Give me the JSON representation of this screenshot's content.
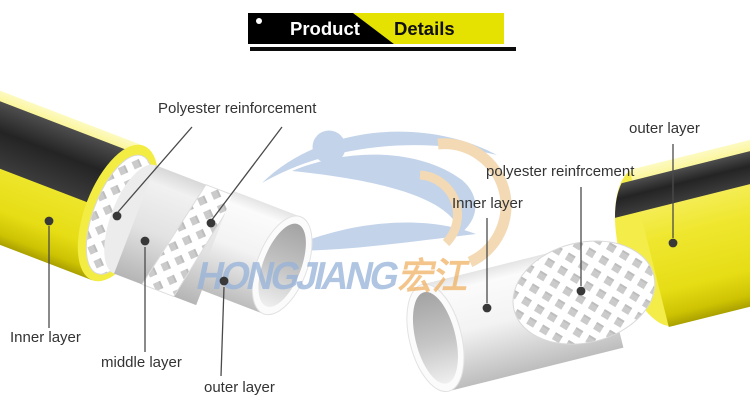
{
  "header": {
    "product_label": "Product",
    "details_label": "Details"
  },
  "watermark": {
    "brand_latin": "HONGJIANG",
    "brand_cjk": "宏江"
  },
  "diagram": {
    "left_hose": {
      "labels": {
        "polyester": "Polyester reinforcement",
        "inner": "Inner layer",
        "middle": "middle layer",
        "outer": "outer layer"
      }
    },
    "right_hose": {
      "labels": {
        "outer": "outer layer",
        "polyester": "polyester reinfrcement",
        "inner": "Inner layer"
      }
    }
  },
  "colors": {
    "banner_yellow": "#e5e100",
    "banner_black": "#000000",
    "hose_yellow": "#efe72f",
    "stripe_black": "#2b2b2b",
    "reinforcement_white": "#ffffff",
    "mesh_hole_gray": "#cbcbcb",
    "watermark_blue": "#b7c9e4",
    "watermark_orange": "#f2c795",
    "label_text": "#333333"
  }
}
